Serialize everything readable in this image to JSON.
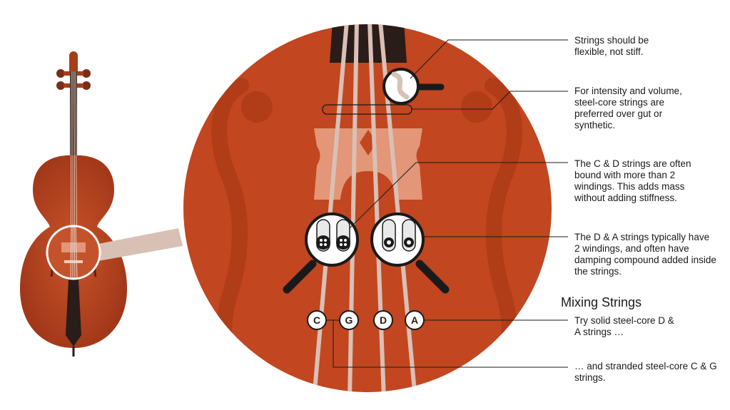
{
  "annotations": {
    "flexible": "Strings should be flexible, not stiff.",
    "steel_core": "For intensity and volume, steel-core strings are preferred over gut or synthetic.",
    "cd_windings": "The C & D strings are often bound with more than 2 windings. This adds mass without adding stiffness.",
    "da_windings": "The D & A strings typically have 2 windings, and often have damping compound added inside the strings."
  },
  "mixing": {
    "heading": "Mixing Strings",
    "solid": "Try solid steel-core D & A strings …",
    "stranded": "… and stranded steel-core C & G strings."
  },
  "string_labels": [
    "C",
    "G",
    "D",
    "A"
  ],
  "colors": {
    "circle": "#c2461f",
    "cello_body": "#b8431f",
    "bridge": "#e39678",
    "strings": "#d8c0b6",
    "leader_lines": "#1a1a1a"
  },
  "icons": [
    "magnifier-icon",
    "string-cross-section-icon",
    "cello-illustration"
  ]
}
